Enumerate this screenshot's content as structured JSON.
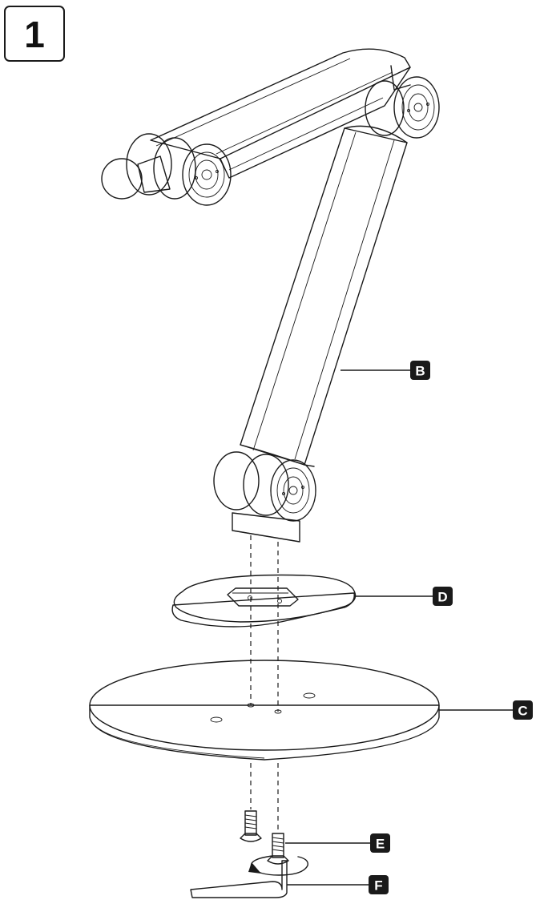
{
  "step": {
    "number": "1"
  },
  "callouts": {
    "B": "B",
    "C": "C",
    "D": "D",
    "E": "E",
    "F": "F"
  },
  "colors": {
    "ink": "#1a1a1a",
    "callout_fill": "#1a1a1a",
    "callout_text": "#ffffff",
    "background": "#ffffff"
  }
}
